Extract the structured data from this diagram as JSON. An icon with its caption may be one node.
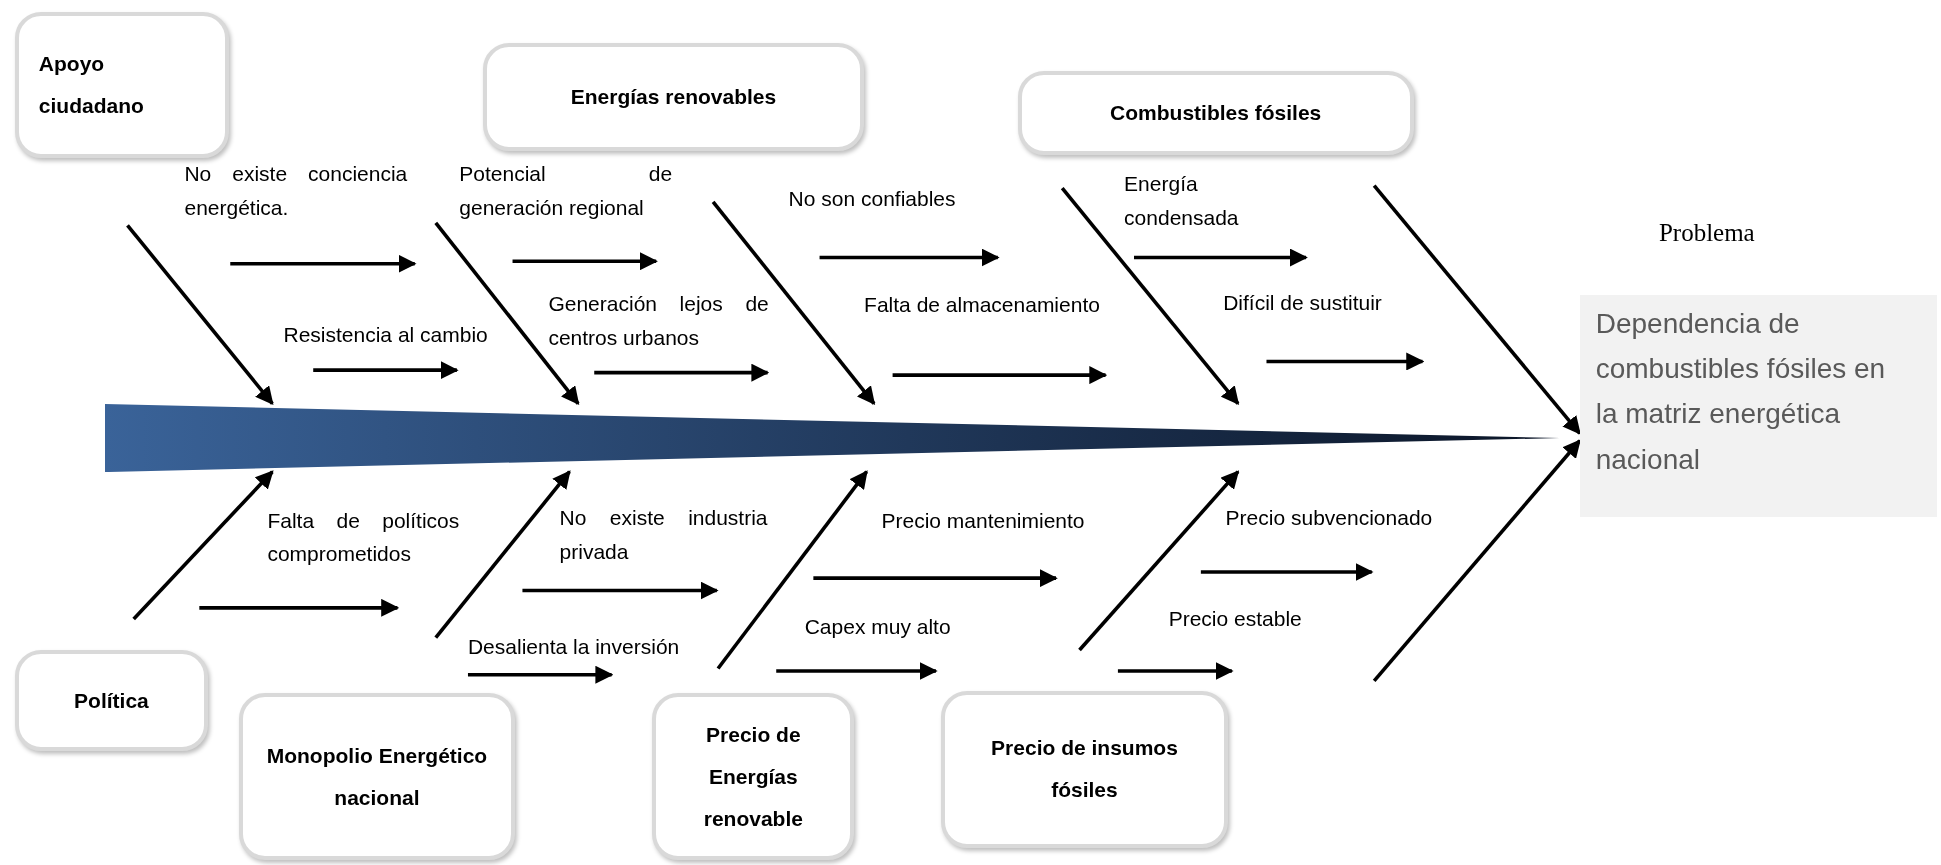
{
  "diagram": {
    "nodes": [
      {
        "text": [
          "Apoyo ciudadano"
        ]
      },
      {
        "text": [
          "Energías renovables"
        ]
      },
      {
        "text": [
          "Combustibles fósiles"
        ]
      },
      {
        "text": [
          "Problema",
          "Dependencia de combustibles fósiles en la matriz energética nacional"
        ]
      },
      {
        "text": [],
        "shape": "triangle"
      },
      {
        "text": [
          "Política"
        ]
      },
      {
        "text": [
          "Monopolio Energético nacional"
        ]
      },
      {
        "text": [
          "Precio de Energías renovable"
        ]
      },
      {
        "text": [
          "Precio de insumos fósiles"
        ]
      }
    ],
    "edges": [
      {
        "from": null,
        "to": 4,
        "arrow": "to"
      },
      {
        "from": null,
        "to": 4,
        "arrow": "to"
      },
      {
        "from": null,
        "to": 4,
        "arrow": "to"
      },
      {
        "from": null,
        "to": 4,
        "arrow": "to"
      },
      {
        "from": null,
        "to": 3,
        "arrow": "to"
      },
      {
        "from": null,
        "to": 4,
        "arrow": "to"
      },
      {
        "from": null,
        "to": 4,
        "arrow": "to"
      },
      {
        "from": null,
        "to": 4,
        "arrow": "to"
      },
      {
        "from": null,
        "to": 4,
        "arrow": "to"
      },
      {
        "from": null,
        "to": 3,
        "arrow": "to"
      }
    ],
    "labels": [
      "No existe conciencia energética.",
      "Potencial de generación regional",
      "No son confiables",
      "Energía condensada",
      "Resistencia al cambio",
      "Generación lejos de centros urbanos",
      "Falta de almacenamiento",
      "Difícil de sustituir",
      "Falta de políticos comprometidos",
      "No existe industria privada",
      "Precio mantenimiento",
      "Precio subvencionado",
      "Desalienta la inversión",
      "Capex muy alto",
      "Precio estable"
    ]
  }
}
